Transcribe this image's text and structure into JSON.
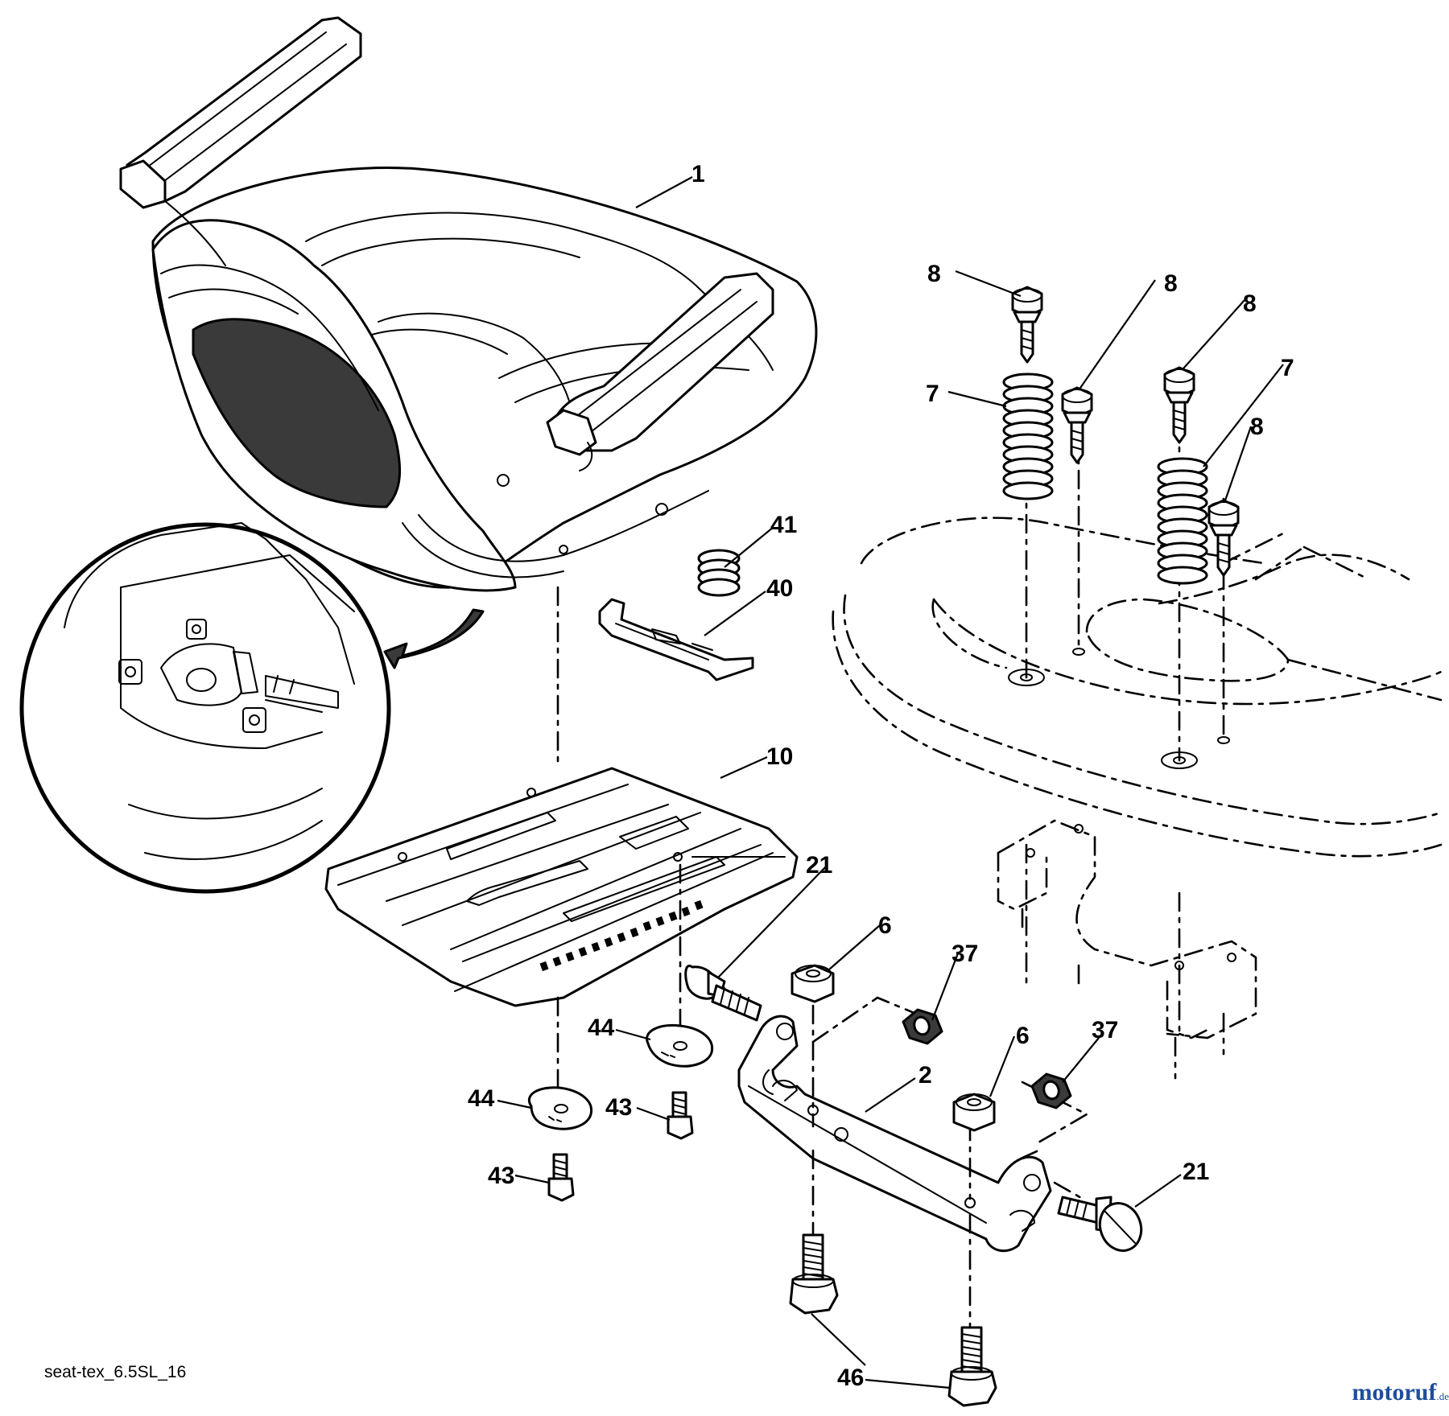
{
  "callouts": {
    "c1": "1",
    "c2": "2",
    "c6a": "6",
    "c6b": "6",
    "c7a": "7",
    "c7b": "7",
    "c8a": "8",
    "c8b": "8",
    "c8c": "8",
    "c8d": "8",
    "c10": "10",
    "c21a": "21",
    "c21b": "21",
    "c37a": "37",
    "c37b": "37",
    "c40": "40",
    "c41": "41",
    "c43a": "43",
    "c43b": "43",
    "c44a": "44",
    "c44b": "44",
    "c46": "46"
  },
  "footer": {
    "diagram_code": "seat-tex_6.5SL_16",
    "watermark_main": "motoruf",
    "watermark_suffix": ".de"
  },
  "colors": {
    "line": "#000000",
    "background": "#ffffff",
    "watermark_blue": "#1f4e9c",
    "watermark_red": "#d71920"
  }
}
